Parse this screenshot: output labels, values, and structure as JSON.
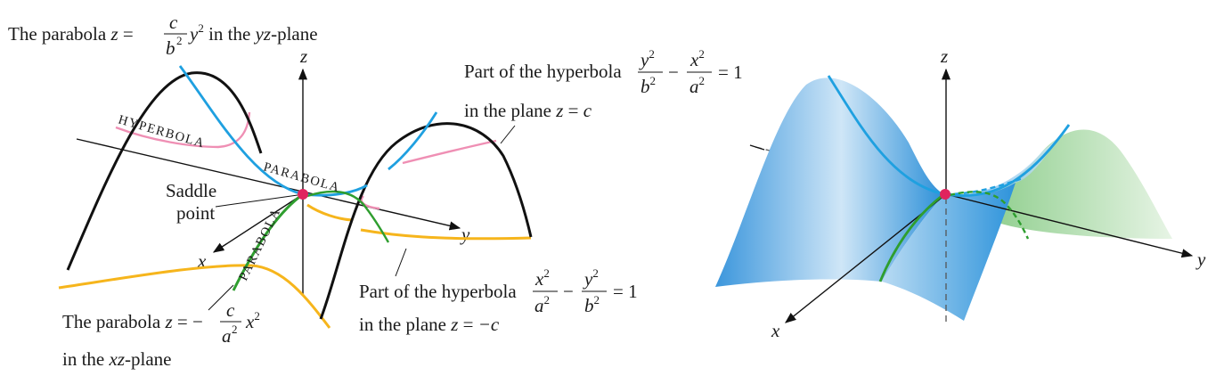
{
  "left": {
    "axes": {
      "z": "z",
      "y": "y",
      "x": "x"
    },
    "curve_labels": {
      "hyperbola": "HYPERBOLA",
      "parabola_yz": "PARABOLA",
      "parabola_xz": "PARABOLA"
    },
    "saddle_point": {
      "line1": "Saddle",
      "line2": "point"
    },
    "yz_parabola_label": {
      "prefix": "The parabola ",
      "var": "z",
      "eq": " = ",
      "frac_num": "c",
      "frac_den": "b",
      "den_exp": "2",
      "rhs_var": "y",
      "rhs_exp": "2",
      "suffix_pre": " in the ",
      "plane": "yz",
      "suffix_post": "-plane"
    },
    "hyperbola_top_label": {
      "prefix": "Part of the hyperbola",
      "num1": "y",
      "num1_exp": "2",
      "den1": "b",
      "den1_exp": "2",
      "minus": "−",
      "num2": "x",
      "num2_exp": "2",
      "den2": "a",
      "den2_exp": "2",
      "eq_rhs": "= 1",
      "line2_prefix": "in the plane ",
      "line2_var": "z",
      "line2_eq": " = ",
      "line2_val": "c"
    },
    "hyperbola_bottom_label": {
      "prefix": "Part of the hyperbola",
      "num1": "x",
      "num1_exp": "2",
      "den1": "a",
      "den1_exp": "2",
      "minus": "−",
      "num2": "y",
      "num2_exp": "2",
      "den2": "b",
      "den2_exp": "2",
      "eq_rhs": "= 1",
      "line2_prefix": "in the plane ",
      "line2_var": "z",
      "line2_eq": " = ",
      "line2_val": "−c"
    },
    "xz_parabola_label": {
      "prefix": "The parabola ",
      "var": "z",
      "eq": " = −",
      "frac_num": "c",
      "frac_den": "a",
      "den_exp": "2",
      "rhs_var": "x",
      "rhs_exp": "2",
      "line2_prefix": "in the ",
      "line2_plane": "xz",
      "line2_suffix": "-plane"
    }
  },
  "right": {
    "axes": {
      "z": "z",
      "y": "y",
      "x": "x"
    }
  },
  "colors": {
    "black_curve": "#111111",
    "blue_curve": "#1fa0e0",
    "green_curve": "#2f9e2f",
    "pink_curve": "#ef8fb4",
    "orange_curve": "#f6b51c",
    "saddle_dot": "#e0245e",
    "surface_blue": "#3d9fe0",
    "surface_green": "#8ccf8a"
  }
}
